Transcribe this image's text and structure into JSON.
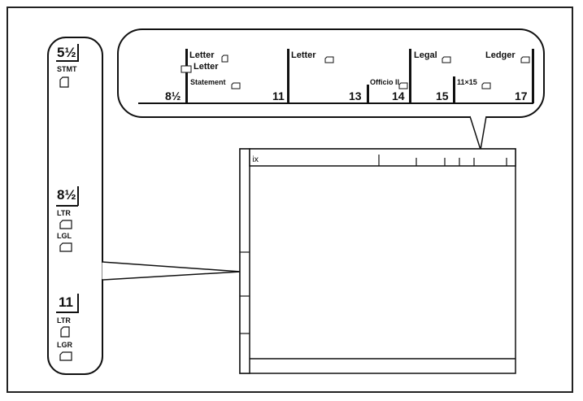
{
  "vertical_scale": {
    "marks": [
      {
        "number": "5½",
        "labels": [
          {
            "text": "STMT",
            "icon": "portrait-page-icon"
          }
        ]
      },
      {
        "number": "8½",
        "labels": [
          {
            "text": "LTR",
            "icon": "landscape-page-icon"
          },
          {
            "text": "LGL",
            "icon": "landscape-page-icon"
          }
        ]
      },
      {
        "number": "11",
        "labels": [
          {
            "text": "LTR",
            "icon": "portrait-page-icon"
          },
          {
            "text": "LGR",
            "icon": "landscape-page-icon"
          }
        ]
      }
    ]
  },
  "horizontal_scale": {
    "marks": [
      {
        "number": "8½",
        "labels": [
          "Letter",
          "Letter",
          "Statement"
        ]
      },
      {
        "number": "11",
        "labels": [
          "Letter"
        ]
      },
      {
        "number": "13",
        "labels": []
      },
      {
        "number": "14",
        "labels": [
          "Officio II"
        ]
      },
      {
        "number": "15",
        "labels": [
          "Legal"
        ]
      },
      {
        "number": "17",
        "labels": [
          "11×15",
          "Ledger"
        ]
      }
    ]
  },
  "colors": {
    "line": "#111111",
    "background": "#ffffff"
  }
}
